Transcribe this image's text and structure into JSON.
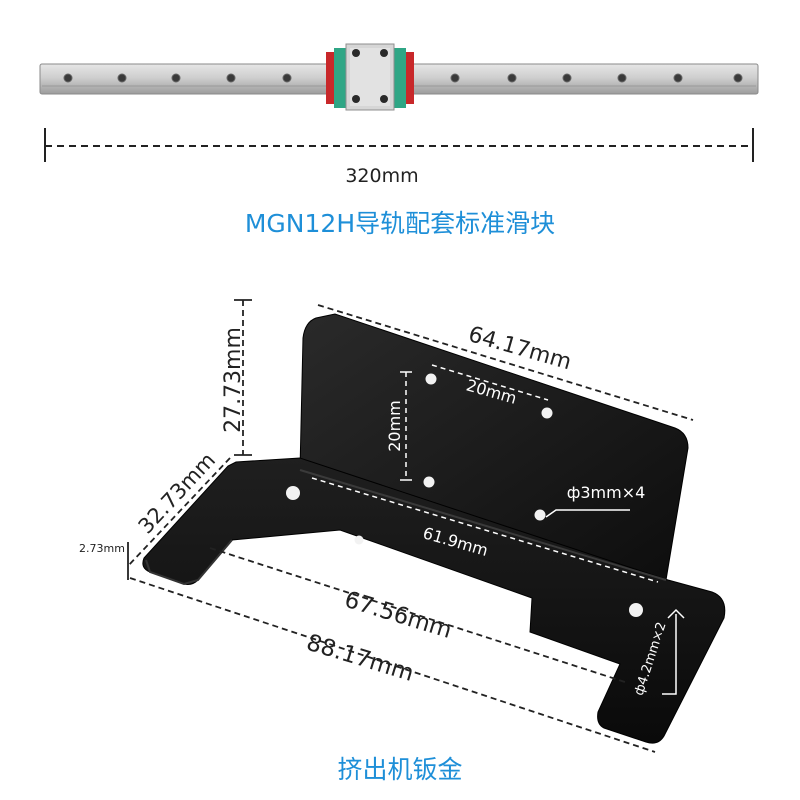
{
  "colors": {
    "accent": "#1e8fd8",
    "dim_line": "#222222",
    "bracket": "#141414",
    "rail": "#c4c4c4",
    "carriage_green": "#2fa685",
    "carriage_red": "#c8282a"
  },
  "rail": {
    "length_label": "320mm",
    "title": "MGN12H导轨配套标准滑块"
  },
  "bracket": {
    "title": "挤出机钣金",
    "dims": {
      "width_top": "64.17mm",
      "height_left": "27.73mm",
      "depth_left": "32.73mm",
      "thickness": "2.73mm",
      "hole_spacing_h": "20mm",
      "hole_spacing_v": "20mm",
      "hole_small": "ф3mm×4",
      "inner_width": "61.9mm",
      "inner_span": "67.56mm",
      "total_width": "88.17mm",
      "hole_large": "ф4.2mm×2"
    }
  }
}
